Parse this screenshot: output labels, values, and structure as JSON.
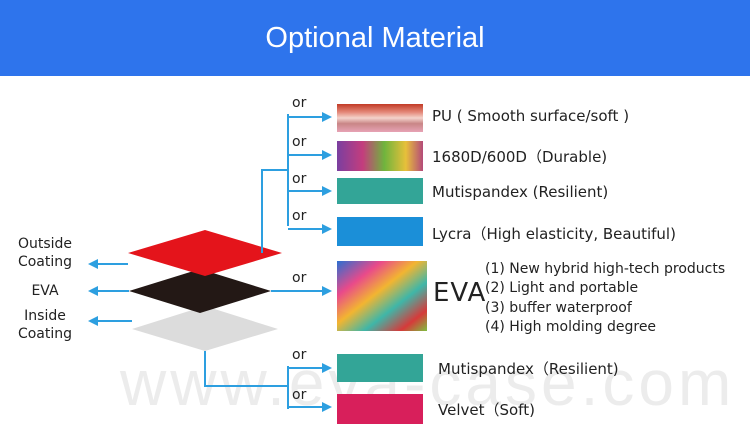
{
  "header": {
    "title": "Optional Material",
    "bg_color": "#2e74ec"
  },
  "layers": {
    "outside": "Outside\nCoating",
    "eva": "EVA",
    "inside": "Inside\nCoating"
  },
  "or_label": "or",
  "options_top": [
    {
      "label": "PU ( Smooth surface/soft )",
      "swatch": "pu-swatch"
    },
    {
      "label": "1680D/600D（Durable)",
      "swatch": "nylon-swatch"
    },
    {
      "label": "Mutispandex (Resilient)",
      "swatch": "spandex-swatch"
    },
    {
      "label": "Lycra（High elasticity, Beautiful)",
      "swatch": "lycra-swatch"
    }
  ],
  "eva_option": {
    "title": "EVA",
    "items": [
      "(1) New hybrid high-tech products",
      "(2) Light and portable",
      "(3) buffer waterproof",
      "(4) High molding degree"
    ]
  },
  "options_bottom": [
    {
      "label": "Mutispandex（Resilient)",
      "swatch": "spandex-swatch"
    },
    {
      "label": "Velvet（Soft)",
      "swatch": "velvet-swatch"
    }
  ],
  "watermark": "www.eva-case.com",
  "colors": {
    "arrow": "#2d9fe0",
    "outside_layer": "#e4141b",
    "eva_layer": "#231815",
    "inside_layer": "#dcdcdc"
  }
}
